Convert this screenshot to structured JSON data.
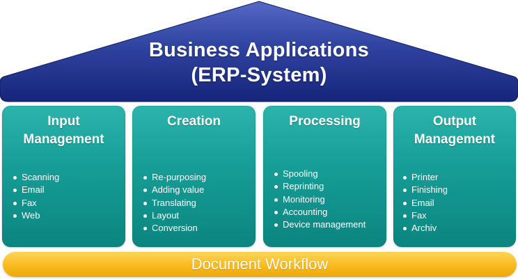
{
  "colors": {
    "roof_top": "#4a5fb8",
    "roof_bottom": "#18287a",
    "pillar": "#169c96",
    "foundation": "#f8bb1e",
    "text": "#ffffff"
  },
  "roof": {
    "line1": "Business Applications",
    "line2": "(ERP-System)"
  },
  "pillars": [
    {
      "title": "Input\nManagement",
      "items": [
        "Scanning",
        "Email",
        "Fax",
        "Web"
      ]
    },
    {
      "title": "Creation",
      "items": [
        "Re-purposing",
        "Adding value",
        "Translating",
        "Layout",
        "Conversion"
      ]
    },
    {
      "title": "Processing",
      "items": [
        "Spooling",
        "Reprinting",
        "Monitoring",
        "Accounting",
        "Device management"
      ]
    },
    {
      "title": "Output\nManagement",
      "items": [
        "Printer",
        "Finishing",
        "Email",
        "Fax",
        "Archiv"
      ]
    }
  ],
  "foundation": {
    "label": "Document Workflow"
  }
}
